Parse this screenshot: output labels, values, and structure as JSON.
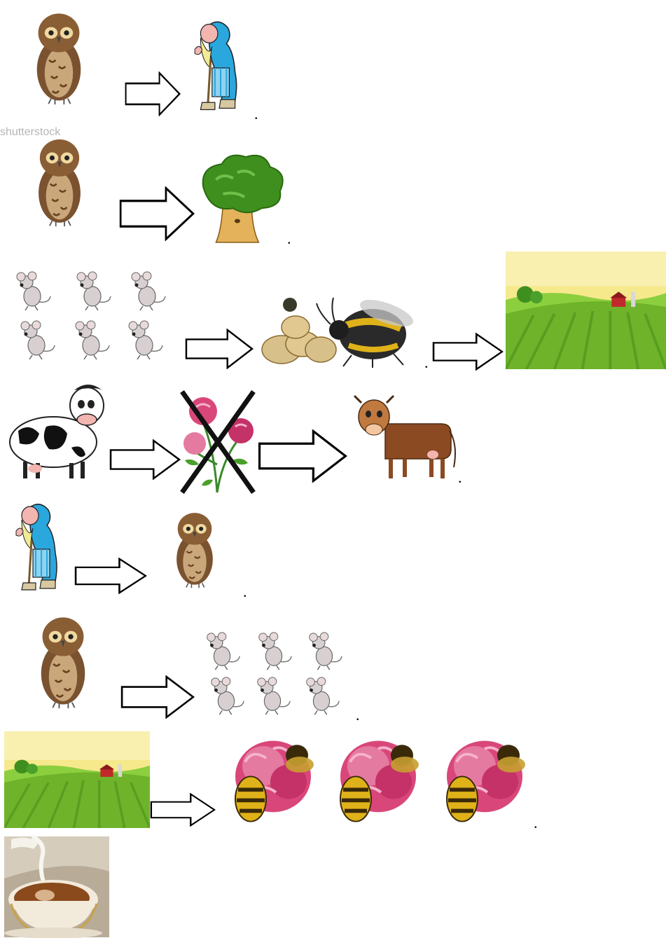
{
  "rows": [
    {
      "id": "row-1",
      "items": [
        "owl",
        "arrow",
        "old-man"
      ],
      "end_mark": "."
    },
    {
      "id": "row-2",
      "items": [
        "owl",
        "arrow",
        "tree"
      ],
      "end_mark": "."
    },
    {
      "id": "row-3",
      "items": [
        "mice-group",
        "arrow",
        "bumblebee-nest",
        "arrow",
        "farm-field"
      ],
      "end_mark": "."
    },
    {
      "id": "row-4",
      "items": [
        "cow",
        "arrow",
        "clover-crossed-out",
        "arrow",
        "thin-cow"
      ],
      "end_mark": "."
    },
    {
      "id": "row-5",
      "items": [
        "old-man",
        "arrow",
        "owl"
      ],
      "end_mark": "."
    },
    {
      "id": "row-6",
      "items": [
        "owl",
        "arrow",
        "mice-group"
      ],
      "end_mark": "."
    },
    {
      "id": "row-7",
      "items": [
        "farm-field",
        "arrow",
        "bee-on-clover",
        "bee-on-clover",
        "bee-on-clover"
      ],
      "end_mark": "."
    },
    {
      "id": "row-8",
      "items": [
        "tea-with-milk"
      ]
    }
  ],
  "watermark_text": "shutterstock",
  "colors": {
    "owl_brown": "#7a5230",
    "grass_green": "#6fb32a",
    "tree_green": "#3f8f1f",
    "clover_pink": "#d9477a",
    "cow_brown": "#8b4a22",
    "bee_yellow": "#e0b21a",
    "sky_yellow": "#f4e48a"
  }
}
